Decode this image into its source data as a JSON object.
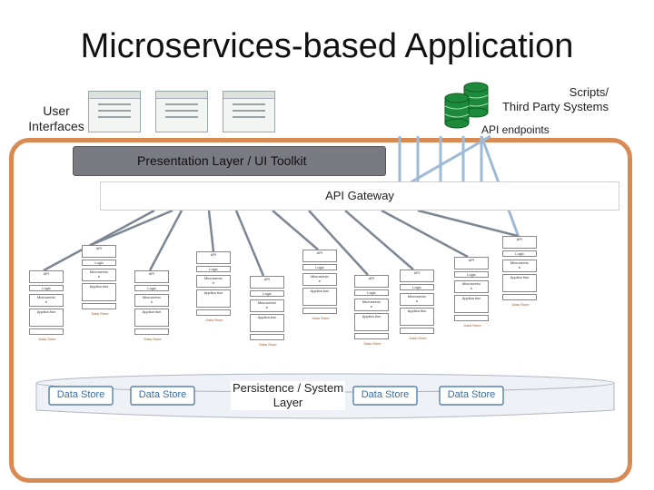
{
  "title": "Microservices-based Application",
  "user_interfaces_label": "User\nInterfaces",
  "scripts_label": "Scripts/\nThird Party Systems",
  "api_endpoints_label": "API endpoints",
  "presentation_label": "Presentation Layer / UI Toolkit",
  "gateway_label": "API Gateway",
  "persistence_label": "Persistence / System\nLayer",
  "data_store_label": "Data Store",
  "microservice_label": "Microservic\ne",
  "data_store_tag": "Data Store",
  "colors": {
    "container_border": "#d98a52",
    "presentation_bg": "#7a7a82",
    "connector": "#7d8794",
    "light_connector": "#9fbad6",
    "data_store_blue": "#3a6ea5",
    "database_green": "#1c8a3a"
  }
}
